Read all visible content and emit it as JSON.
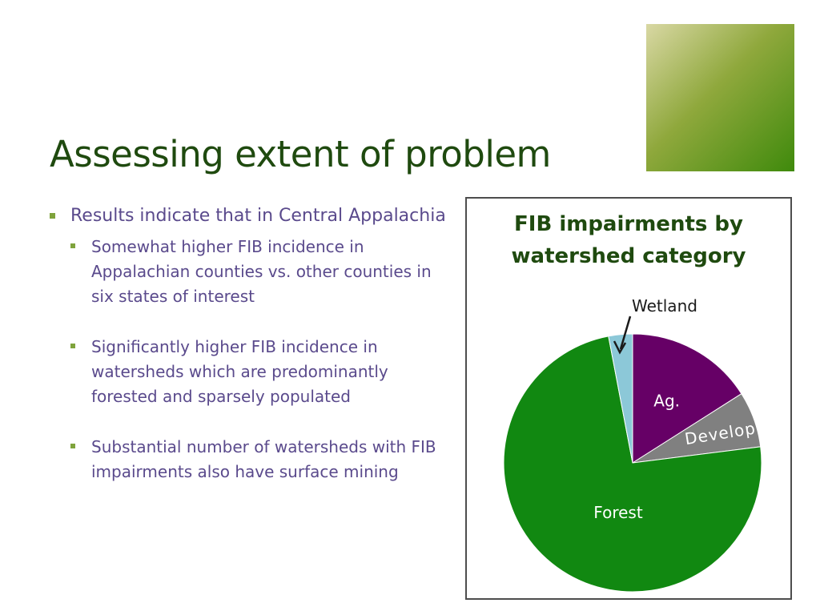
{
  "slide": {
    "title": "Assessing extent of problem",
    "accent_color": "#1f4a0f",
    "bullet_color": "#7fa33c",
    "text_color": "#5a4a8c"
  },
  "bullets": {
    "main": "Results indicate that in Central Appalachia",
    "sub": [
      "Somewhat higher FIB incidence in Appalachian counties vs. other counties in six states of interest",
      "Significantly higher FIB incidence in watersheds which are predominantly forested and sparsely populated",
      "Substantial number of watersheds with FIB impairments also have surface mining"
    ]
  },
  "chart_data": {
    "type": "pie",
    "title": "FIB impairments by watershed category",
    "slices": [
      {
        "label": "Ag.",
        "value": 16,
        "color": "#660066"
      },
      {
        "label": "Develop.",
        "value": 7,
        "color": "#808080"
      },
      {
        "label": "Forest",
        "value": 74,
        "color": "#118811"
      },
      {
        "label": "Wetland",
        "value": 3,
        "color": "#8cc8d8"
      }
    ],
    "start_angle": "12 o'clock",
    "direction": "clockwise",
    "labels": {
      "inside": [
        "Ag.",
        "Develop.",
        "Forest"
      ],
      "callout": "Wetland"
    }
  }
}
